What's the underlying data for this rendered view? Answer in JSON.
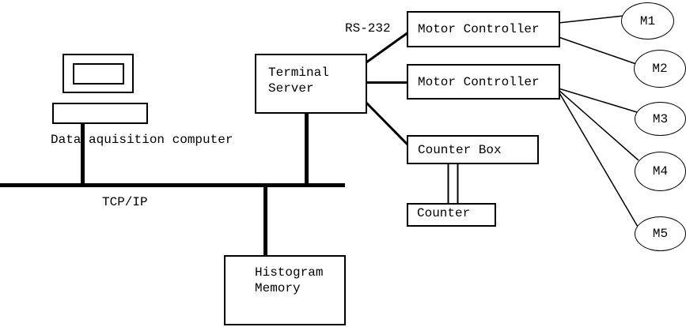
{
  "diagram": {
    "colors": {
      "line": "#000000",
      "background": "#ffffff"
    },
    "labels": {
      "rs232": "RS-232",
      "tcpip": "TCP/IP",
      "data_acquisition_computer": "Data aquisition computer"
    },
    "nodes": {
      "terminal_server": {
        "line1": "Terminal",
        "line2": "Server"
      },
      "motor_controller_1": {
        "label": "Motor Controller"
      },
      "motor_controller_2": {
        "label": "Motor Controller"
      },
      "counter_box": {
        "label": "Counter Box"
      },
      "counter": {
        "label": "Counter"
      },
      "histogram_memory": {
        "line1": "Histogram",
        "line2": "Memory"
      }
    },
    "motors": [
      {
        "label": "M1"
      },
      {
        "label": "M2"
      },
      {
        "label": "M3"
      },
      {
        "label": "M4"
      },
      {
        "label": "M5"
      }
    ]
  }
}
